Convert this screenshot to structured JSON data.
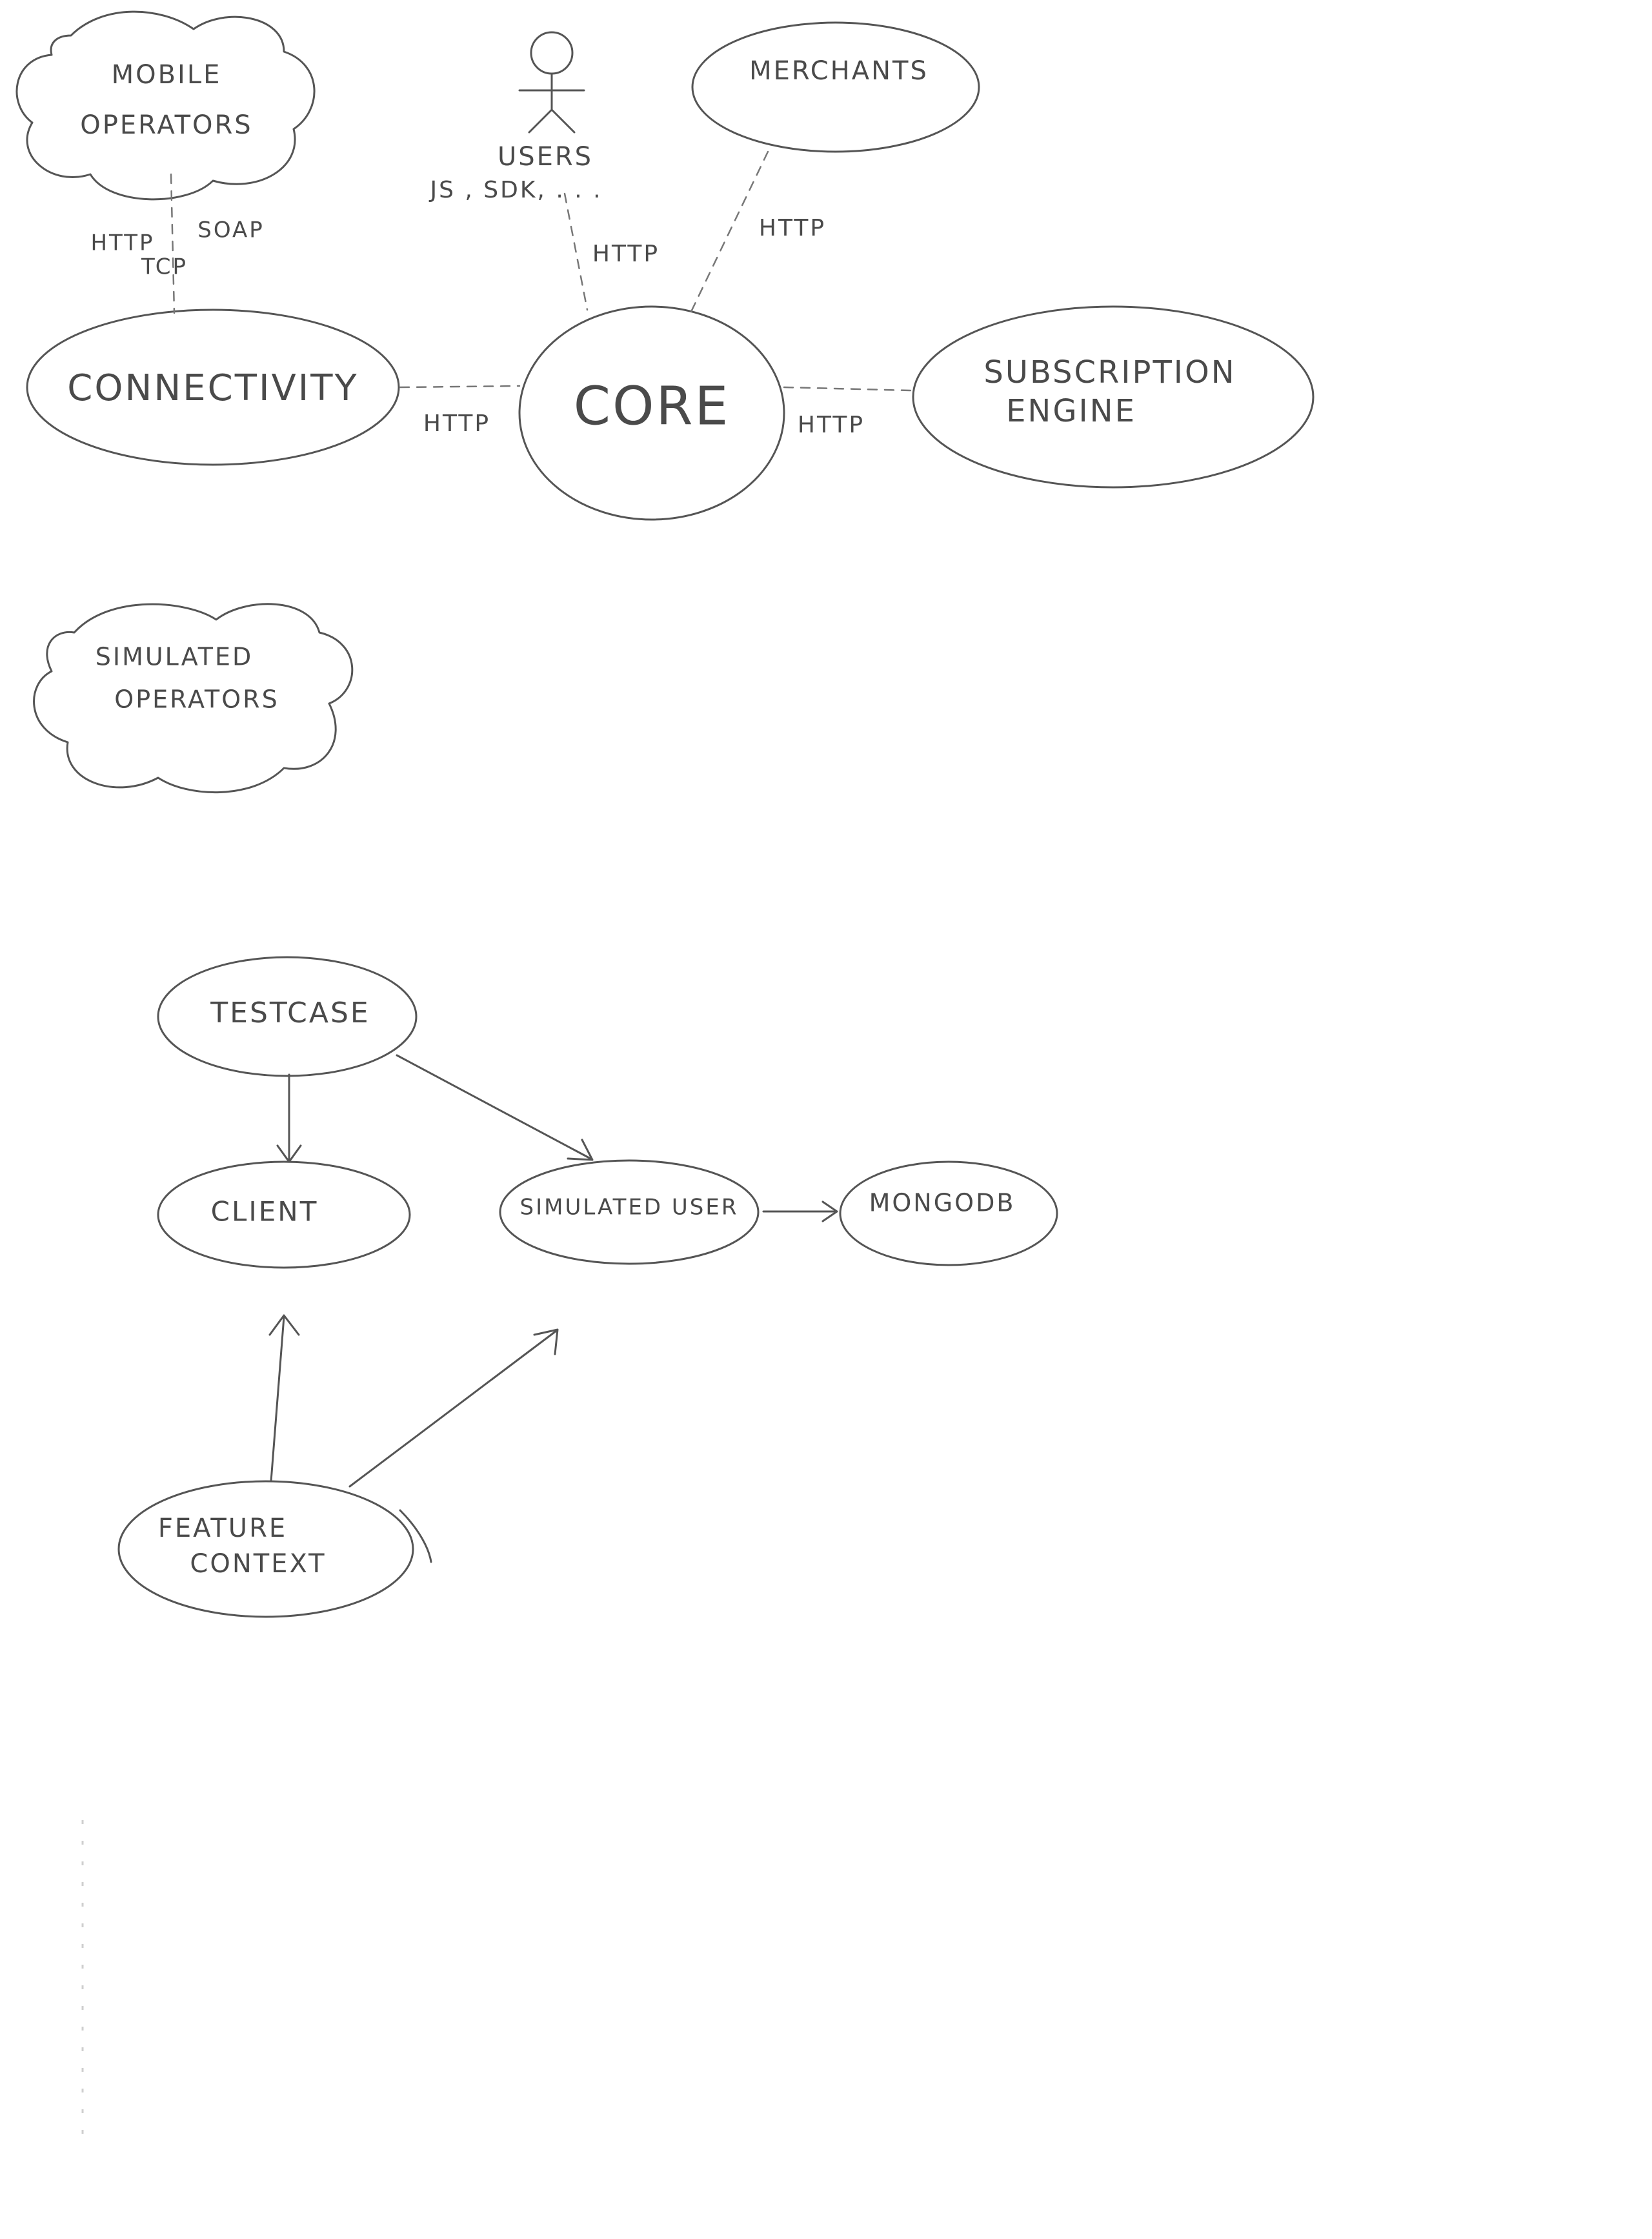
{
  "diagram": {
    "architecture": {
      "nodes": {
        "mobile_operators": [
          "MOBILE",
          "OPERATORS"
        ],
        "users": [
          "USERS",
          "JS , SDK, . . ."
        ],
        "merchants": "MERCHANTS",
        "connectivity": "CONNECTIVITY",
        "core": "CORE",
        "subscription_engine": [
          "SUBSCRIPTION",
          "ENGINE"
        ],
        "simulated_operators": [
          "SIMULATED",
          "OPERATORS"
        ]
      },
      "edge_labels": {
        "mobile_connectivity": [
          "HTTP",
          "SOAP",
          "TCP"
        ],
        "users_core": "HTTP",
        "merchants_core": "HTTP",
        "connectivity_core": "HTTP",
        "core_subscription": "HTTP"
      }
    },
    "test_framework": {
      "nodes": {
        "testcase": "TESTCASE",
        "client": "CLIENT",
        "simulated_user": "SIMULATED USER",
        "mongodb": "MONGODB",
        "feature_context": [
          "FEATURE",
          "CONTEXT"
        ]
      }
    },
    "colors": {
      "ink": "#555555",
      "paper": "#ffffff"
    }
  }
}
